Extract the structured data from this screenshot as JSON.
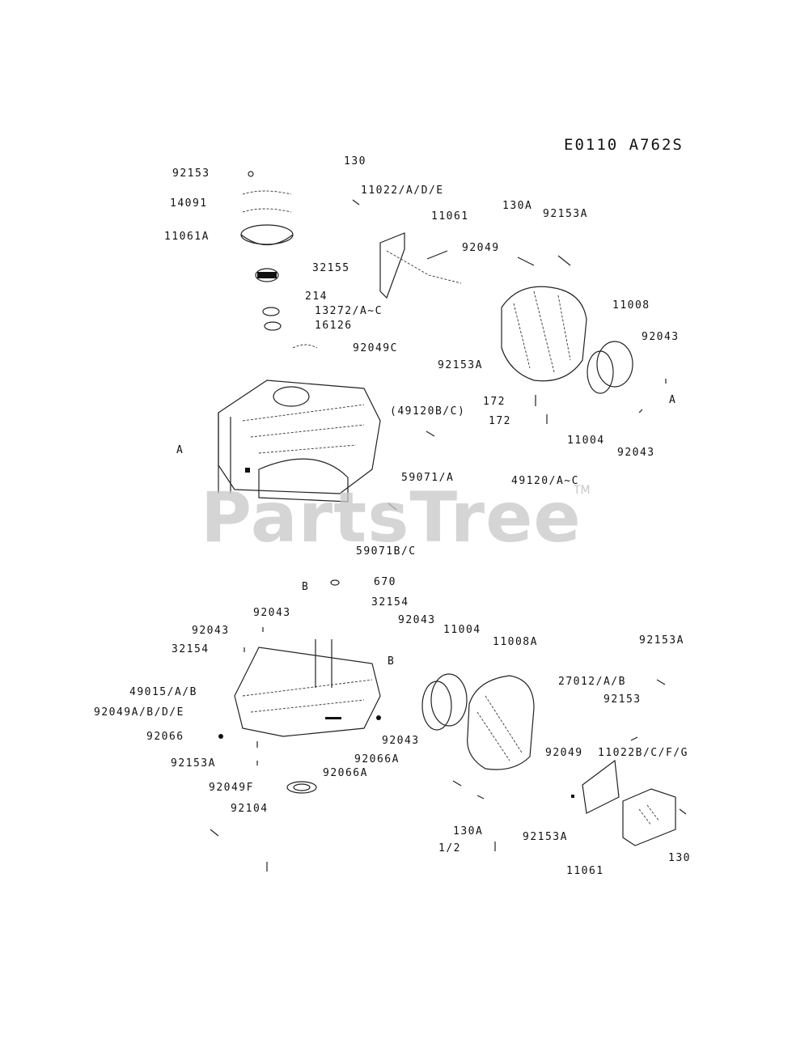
{
  "diagram_code": "E0110 A762S",
  "watermark": "PartsTree",
  "watermark_tm": "TM",
  "labels": {
    "l_130_top": "130",
    "l_92153_a": "92153",
    "l_11022": "11022/A/D/E",
    "l_14091": "14091",
    "l_11061_top": "11061",
    "l_130A_top": "130A",
    "l_92153A_top": "92153A",
    "l_11061A": "11061A",
    "l_92049": "92049",
    "l_32155": "32155",
    "l_214": "214",
    "l_13272": "13272/A~C",
    "l_11008": "11008",
    "l_16126": "16126",
    "l_92043_r1": "92043",
    "l_92049C": "92049C",
    "l_92153A_mid": "92153A",
    "l_A_right": "A",
    "l_172_a": "172",
    "l_49120BC": "(49120B/C)",
    "l_172_b": "172",
    "l_11004_top": "11004",
    "l_A_left": "A",
    "l_92043_r2": "92043",
    "l_59071A": "59071/A",
    "l_49120AC": "49120/A~C",
    "l_59071BC": "59071B/C",
    "l_B_top": "B",
    "l_670": "670",
    "l_32154_a": "32154",
    "l_92043_m1": "92043",
    "l_92043_m2": "92043",
    "l_11004_mid": "11004",
    "l_92043_l": "92043",
    "l_11008A": "11008A",
    "l_92153A_r": "92153A",
    "l_32154_b": "32154",
    "l_B_mid": "B",
    "l_27012": "27012/A/B",
    "l_49015": "49015/A/B",
    "l_92153_b": "92153",
    "l_92049ABDE": "92049A/B/D/E",
    "l_92066": "92066",
    "l_92043_m3": "92043",
    "l_92049_low": "92049",
    "l_11022BCFG": "11022B/C/F/G",
    "l_92153A_low": "92153A",
    "l_92066A_a": "92066A",
    "l_92066A_b": "92066A",
    "l_92049F": "92049F",
    "l_92104": "92104",
    "l_130A_low": "130A",
    "l_92153A_low2": "92153A",
    "l_172_c": "1/2",
    "l_130_low": "130",
    "l_11061_low": "11061"
  }
}
